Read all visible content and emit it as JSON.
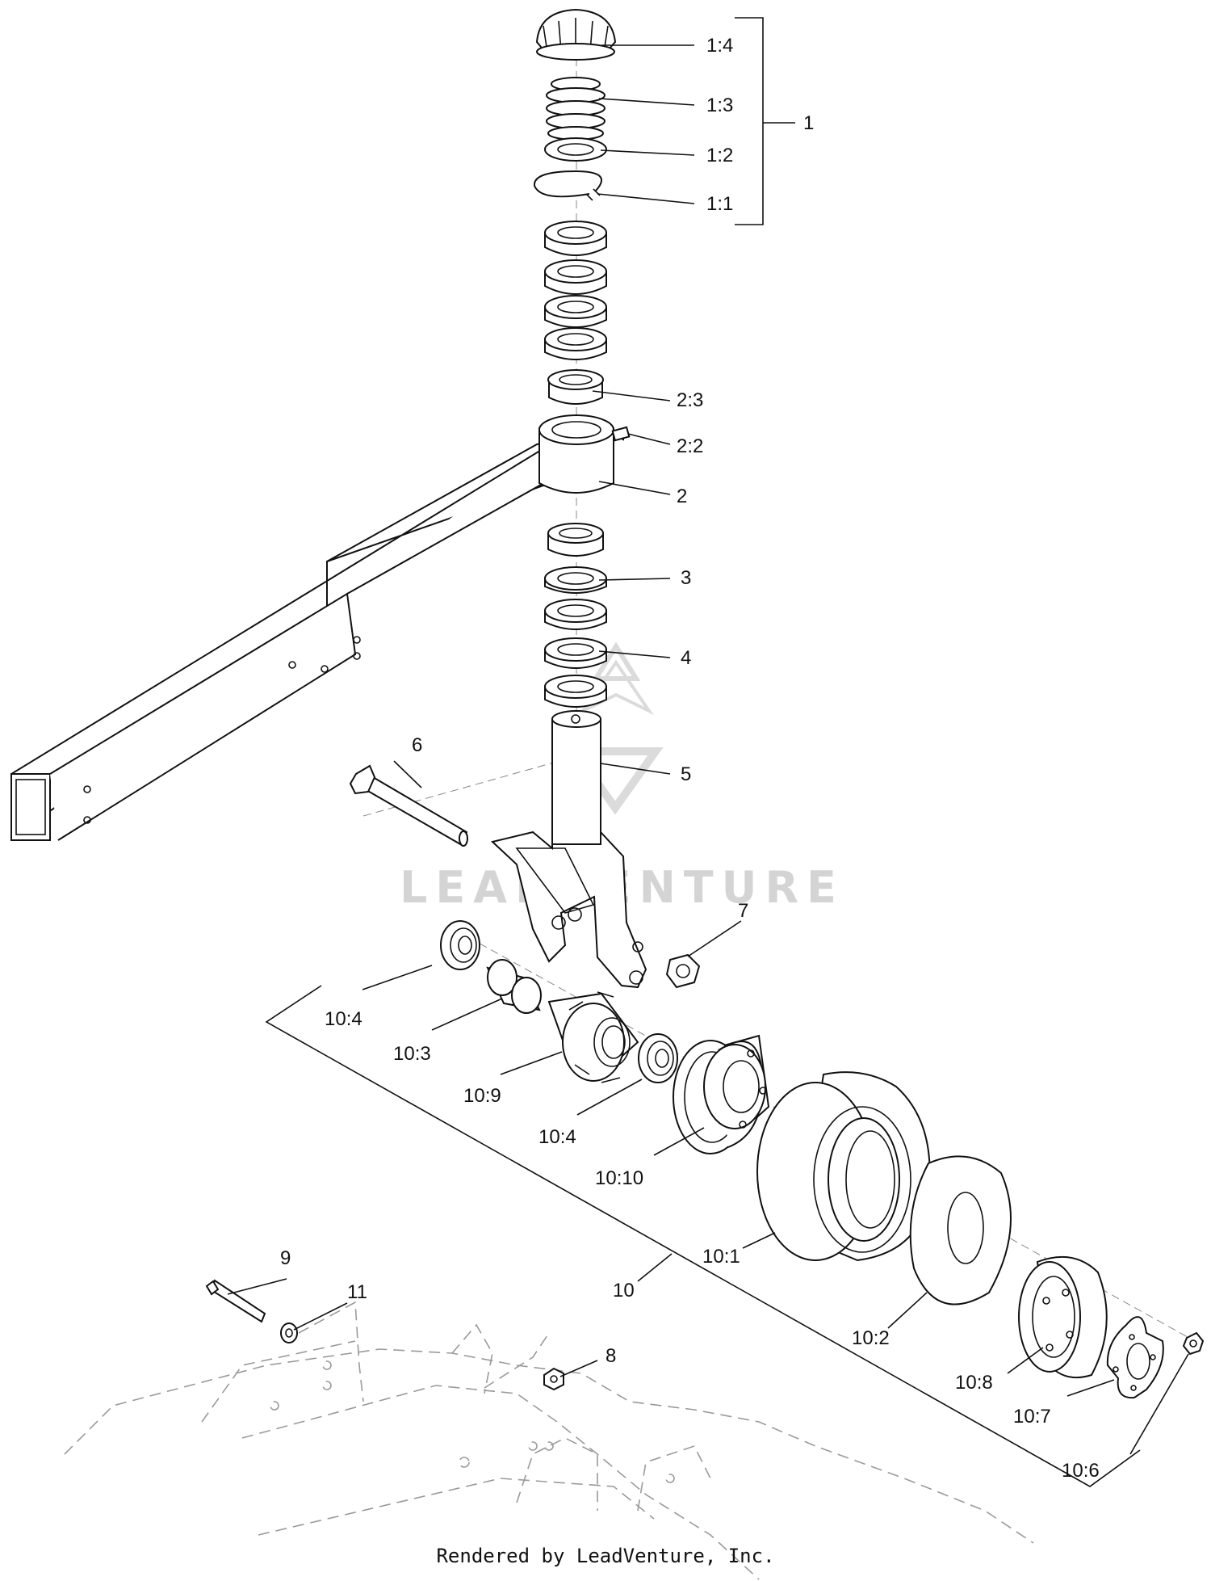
{
  "watermark": {
    "text": "LEADVENTURE"
  },
  "footer": {
    "text": "Rendered by LeadVenture, Inc."
  },
  "callouts": [
    "1:4",
    "1:3",
    "1:2",
    "1:1",
    "1",
    "2:3",
    "2:2",
    "2",
    "3",
    "4",
    "5",
    "6",
    "7",
    "10:4",
    "10:3",
    "10:9",
    "10:4",
    "10:10",
    "10:1",
    "10",
    "9",
    "11",
    "8",
    "10:2",
    "10:8",
    "10:7",
    "10:6"
  ]
}
